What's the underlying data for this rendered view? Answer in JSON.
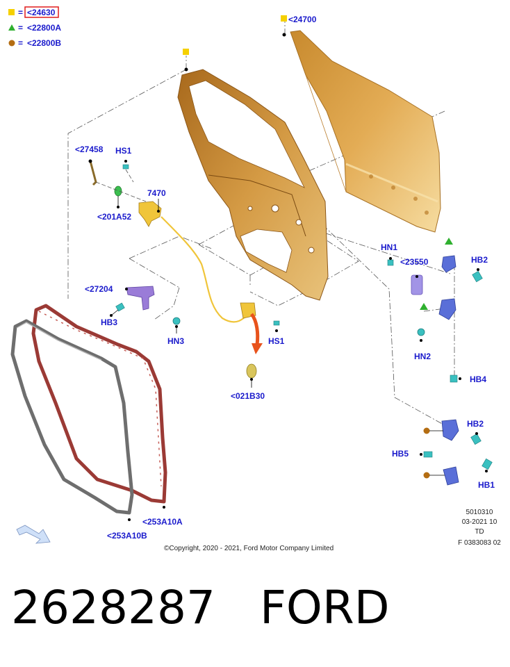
{
  "legend": [
    {
      "symbol": "yellow-square",
      "color": "#f5d000",
      "ref": "<24630",
      "highlighted": true
    },
    {
      "symbol": "green-triangle",
      "color": "#2fb02f",
      "ref": "<22800A"
    },
    {
      "symbol": "brown-circle",
      "color": "#b46d12",
      "ref": "<22800B"
    }
  ],
  "legend_sep": "=",
  "labels": {
    "outer_panel": "<24700",
    "rod": "<27458",
    "hs1_top": "HS1",
    "clip": "<201A52",
    "latch": "7470",
    "check": "<27204",
    "hb3": "HB3",
    "hn3": "HN3",
    "hs1_bottom": "HS1",
    "grommet": "<021B30",
    "hn1": "HN1",
    "striker": "<23550",
    "hb2_top": "HB2",
    "hn2": "HN2",
    "hb4": "HB4",
    "hb2_bottom": "HB2",
    "hb5": "HB5",
    "hb1": "HB1",
    "seal_a": "<253A10A",
    "seal_b": "<253A10B"
  },
  "info": [
    "5010310",
    "03-2021 10",
    "TD",
    "F 0383083 02"
  ],
  "copyright": "©Copyright, 2020 - 2021, Ford Motor Company Limited",
  "part_number": "2628287",
  "brand": "FORD",
  "colors": {
    "label": "#1a1acc",
    "panel": "#c9892f",
    "hinge": "#5a6fd8",
    "seal_red": "#9b3a35",
    "seal_gray": "#777777",
    "arrow": "#e8531c"
  }
}
